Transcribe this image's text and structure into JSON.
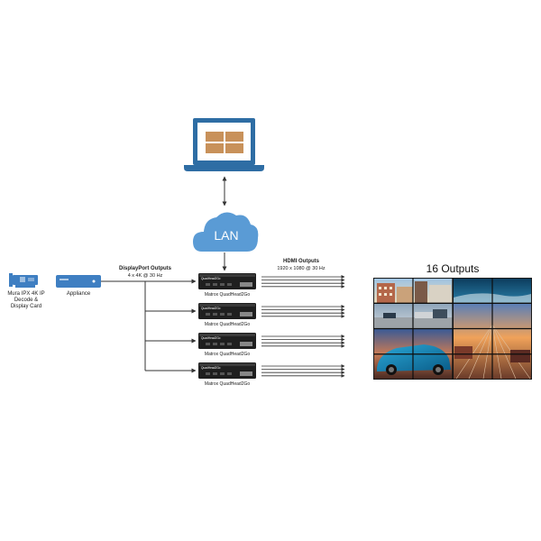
{
  "cloud": {
    "label": "LAN",
    "color": "#5a9bd5"
  },
  "laptop": {
    "frame_color": "#2e6da4",
    "tile_color": "#c8915a"
  },
  "card": {
    "label_lines": [
      "Mura IPX 4K IP",
      "Decode &",
      "Display Card"
    ],
    "color": "#3f7fc2"
  },
  "appliance": {
    "label": "Appliance",
    "color": "#3f7fc2"
  },
  "displayport": {
    "title": "DisplayPort Outputs",
    "subtitle": "4 x 4K @ 30 Hz"
  },
  "hdmi": {
    "title": "HDMI Outputs",
    "subtitle": "1920 x 1080 @ 30 Hz"
  },
  "device": {
    "label": "Matrox QuadHead2Go",
    "badge": "QuadHead2Go",
    "count": 4,
    "outputs_per_device": 4
  },
  "videowall": {
    "title": "16 Outputs",
    "rows": 4,
    "cols": 4
  }
}
